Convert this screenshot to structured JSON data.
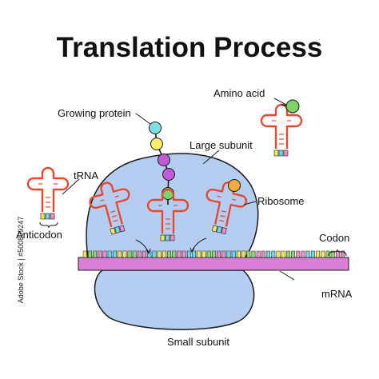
{
  "title": "Translation Process",
  "labels": {
    "growing_protein": "Growing protein",
    "amino_acid": "Amino acid",
    "large_subunit": "Large subunit",
    "trna": "tRNA",
    "ribosome": "Ribosome",
    "anticodon": "Anticodon",
    "codon": "Codon",
    "mrna": "mRNA",
    "small_subunit": "Small subunit"
  },
  "stock_id": "Adobe Stock | #500809247",
  "colors": {
    "ribosome_fill": "#b6cdf2",
    "ribosome_stroke": "#1a1a1a",
    "mrna": "#d97fd8",
    "trna": "#e8482e",
    "amino_acid_green": "#7fd36a",
    "amino_acid_cyan": "#7ee0e3",
    "amino_acid_yellow": "#f2f06a",
    "amino_acid_purple": "#c05bd8",
    "amino_acid_orange": "#f2ad3b",
    "base_yellow": "#f2e65a",
    "base_cyan": "#6fd8e8",
    "base_pink": "#f08cc8",
    "base_green": "#8fd66a"
  }
}
